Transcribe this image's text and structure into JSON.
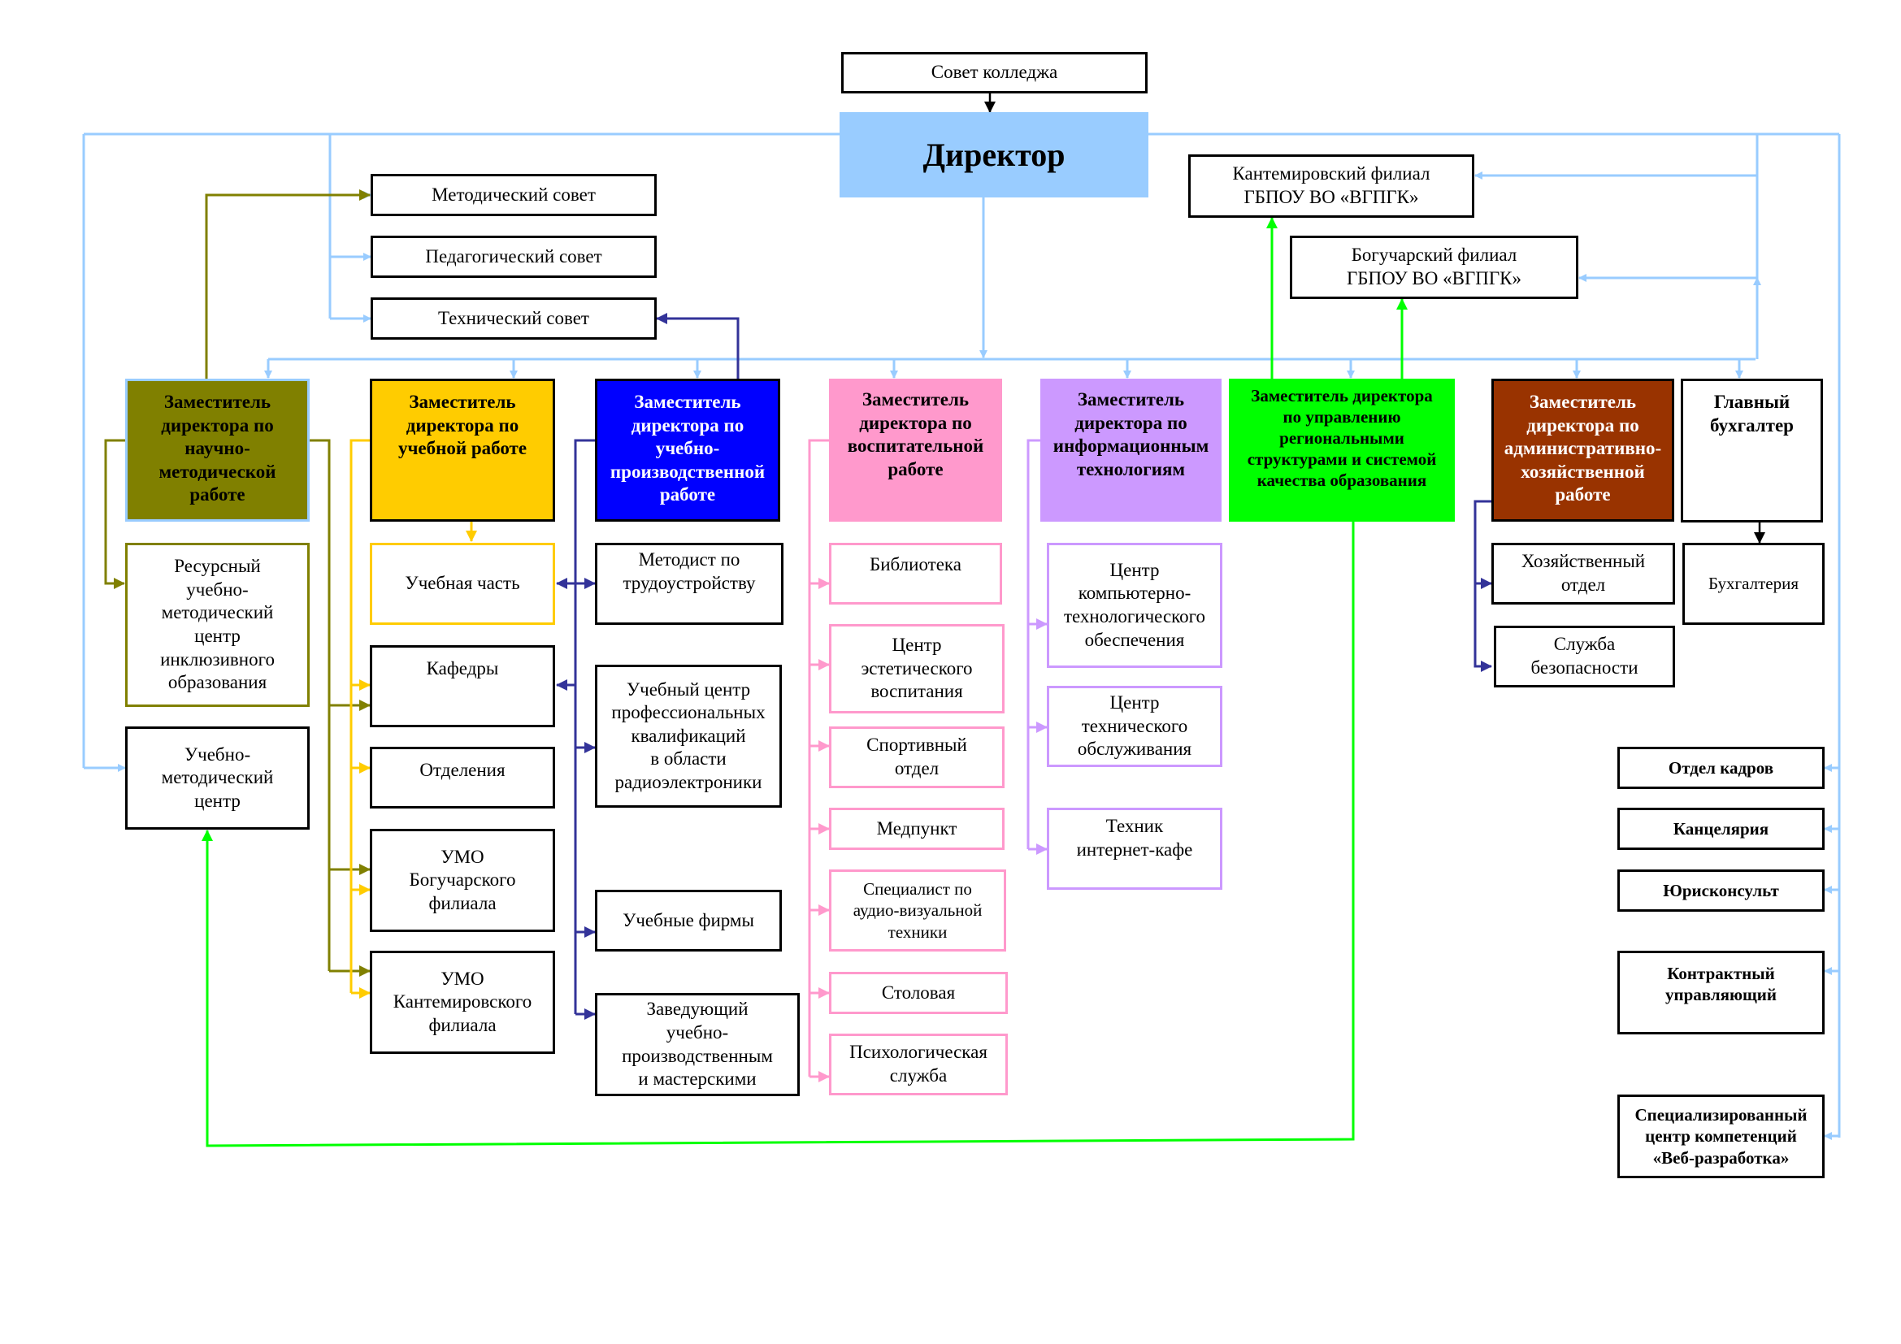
{
  "colors": {
    "light_blue": "#99ccff",
    "olive": "#808000",
    "gold": "#ffcc00",
    "blue": "#0000ff",
    "navy": "#333399",
    "pink": "#ff99cc",
    "lavender": "#cc99ff",
    "green": "#00ff00",
    "brown": "#993300"
  },
  "council": "Совет колледжа",
  "director": "Директор",
  "councils": {
    "methodical": "Методический совет",
    "pedagogical": "Педагогический совет",
    "technical": "Технический совет"
  },
  "branches": {
    "kantemirovka": "Кантемировский филиал\nГБПОУ ВО «ВГПГК»",
    "boguchar": "Богучарский филиал\nГБПОУ ВО «ВГПГК»"
  },
  "deputies": {
    "science": "Заместитель\nдиректора по\nнаучно-\nметодической\nработе",
    "academic": "Заместитель\nдиректора по\nучебной работе",
    "production": "Заместитель\nдиректора по\nучебно-\nпроизводственной\nработе",
    "education": "Заместитель\nдиректора по\nвоспитательной\nработе",
    "it": "Заместитель\nдиректора по\nинформационным\nтехнологиям",
    "regional": "Заместитель директора\nпо управлению\nрегиональными\nструктурами и системой\nкачества образования",
    "admin": "Заместитель\nдиректора по\nадминистративно-\nхозяйственной\nработе",
    "accountant": "Главный\nбухгалтер"
  },
  "science_units": {
    "resource_center": "Ресурсный\nучебно-\nметодический\nцентр\nинклюзивного\nобразования",
    "method_center": "Учебно-\nметодический\nцентр"
  },
  "academic_units": {
    "study_part": "Учебная часть",
    "departments": "Кафедры",
    "divisions": "Отделения",
    "umo_boguchar": "УМО\nБогучарского\nфилиала",
    "umo_kantemirovka": "УМО\nКантемировского\nфилиала"
  },
  "production_units": {
    "methodist": "Методист по\nтрудоустройству",
    "training_center": "Учебный центр\nпрофессиональных\nквалификаций\nв области\nрадиоэлектроники",
    "firms": "Учебные фирмы",
    "workshops_head": "Заведующий\nучебно-\nпроизводственным\nи мастерскими"
  },
  "education_units": {
    "library": "Библиотека",
    "aesthetic": "Центр\nэстетического\nвоспитания",
    "sport": "Спортивный\nотдел",
    "medical": "Медпункт",
    "av_specialist": "Специалист по\nаудио-визуальной\nтехники",
    "canteen": "Столовая",
    "psych": "Психологическая\nслужба"
  },
  "it_units": {
    "computer_center": "Центр\nкомпьютерно-\nтехнологического\nобеспечения",
    "tech_service": "Центр\nтехнического\nобслуживания",
    "internet_cafe": "Техник\nинтернет-кафе"
  },
  "admin_units": {
    "household": "Хозяйственный\nотдел",
    "security": "Служба\nбезопасности",
    "accounting": "Бухгалтерия"
  },
  "direct_units": {
    "hr": "Отдел кадров",
    "office": "Канцелярия",
    "lawyer": "Юрисконсульт",
    "contract": "Контрактный\nуправляющий",
    "competence": "Специализированный\nцентр компетенций\n«Веб-разработка»"
  }
}
